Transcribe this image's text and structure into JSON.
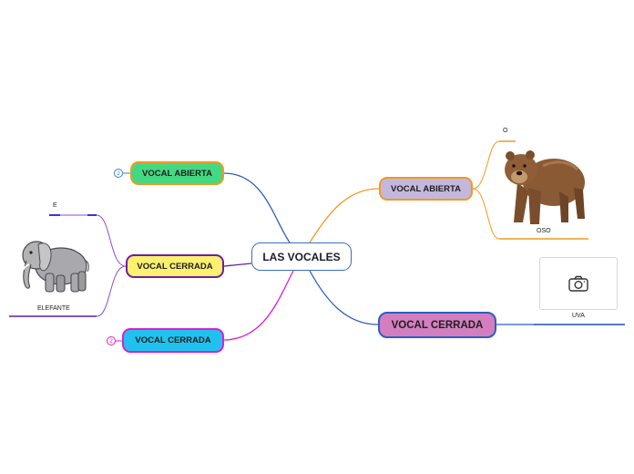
{
  "root": {
    "label": "LAS VOCALES"
  },
  "left": {
    "abierta": {
      "label": "VOCAL ABIERTA",
      "badge": "2"
    },
    "cerrada_1": {
      "label": "VOCAL CERRADA"
    },
    "cerrada_2": {
      "label": "VOCAL CERRADA",
      "badge": "2"
    },
    "leaves": {
      "vowel": "E",
      "word": "ELEFANTE"
    }
  },
  "right": {
    "abierta": {
      "label": "VOCAL ABIERTA"
    },
    "cerrada": {
      "label": "VOCAL CERRADA"
    },
    "leaves": {
      "vowel": "O",
      "word_oso": "OSO",
      "word_uva": "UVA"
    }
  },
  "icons": {
    "camera": "camera-icon",
    "elephant": "elephant-illustration",
    "bear": "bear-illustration"
  },
  "colors": {
    "branch_blue": "#2c5ec1",
    "branch_orange": "#f19a1d",
    "branch_purple": "#6b1f9a",
    "branch_magenta": "#e11bd0",
    "node_green": "#45d882",
    "node_yellow": "#fbf06f",
    "node_cyan": "#1fc2ee",
    "node_lavender": "#c4b7dd",
    "node_pink": "#d37fbf"
  }
}
